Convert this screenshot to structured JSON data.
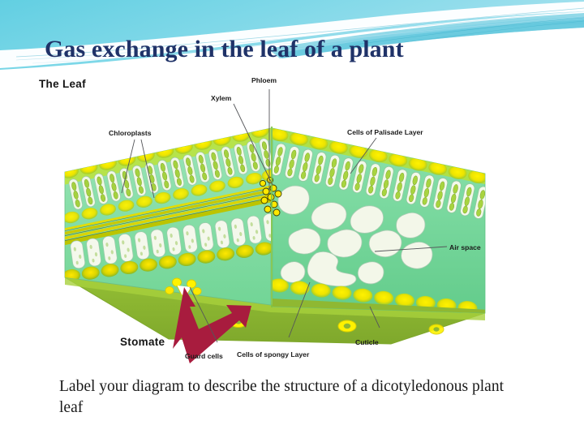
{
  "slide": {
    "title": "Gas exchange in the leaf of a plant",
    "caption": "Label your diagram to describe the structure of a dicotyledonous plant leaf",
    "background_color": "#ffffff",
    "title_color": "#1F3268"
  },
  "banner": {
    "name": "decorative-wave-banner",
    "colors": {
      "cyan_fill": "#6FD2E3",
      "light_blue": "#AEDDF0",
      "pale_blue": "#CDE9F6",
      "teal_line": "#49BACF",
      "white": "#ffffff"
    }
  },
  "diagram": {
    "heading": "The Leaf",
    "labels": [
      {
        "id": "phloem",
        "text": "Phloem"
      },
      {
        "id": "xylem",
        "text": "Xylem"
      },
      {
        "id": "chloroplasts",
        "text": "Chloroplasts"
      },
      {
        "id": "cells-of-palisade-layer",
        "text": "Cells of Palisade Layer"
      },
      {
        "id": "air-space",
        "text": "Air space"
      },
      {
        "id": "cuticle",
        "text": "Cuticle"
      },
      {
        "id": "cells-of-spongy-layer",
        "text": "Cells of spongy Layer"
      },
      {
        "id": "guard-cells",
        "text": "Guard cells"
      },
      {
        "id": "stomate",
        "text": "Stomate"
      }
    ],
    "colors": {
      "epidermis_green": "#8CC63F",
      "leaf_edge_green": "#7DBB2F",
      "mesophyll_green": "#86E0A8",
      "mesophyll_green_dark": "#6FCF97",
      "palisade_cell": "#EDF7E4",
      "chloroplast": "#9ACD32",
      "chloroplast_yellow": "#FFE800",
      "vascular_yellow": "#D9D900",
      "lower_face_green": "#8FB832",
      "air_space_cream": "#F2F5E8",
      "arrow_crimson": "#A81C3E",
      "stomate_yellow": "#FFF200"
    }
  }
}
